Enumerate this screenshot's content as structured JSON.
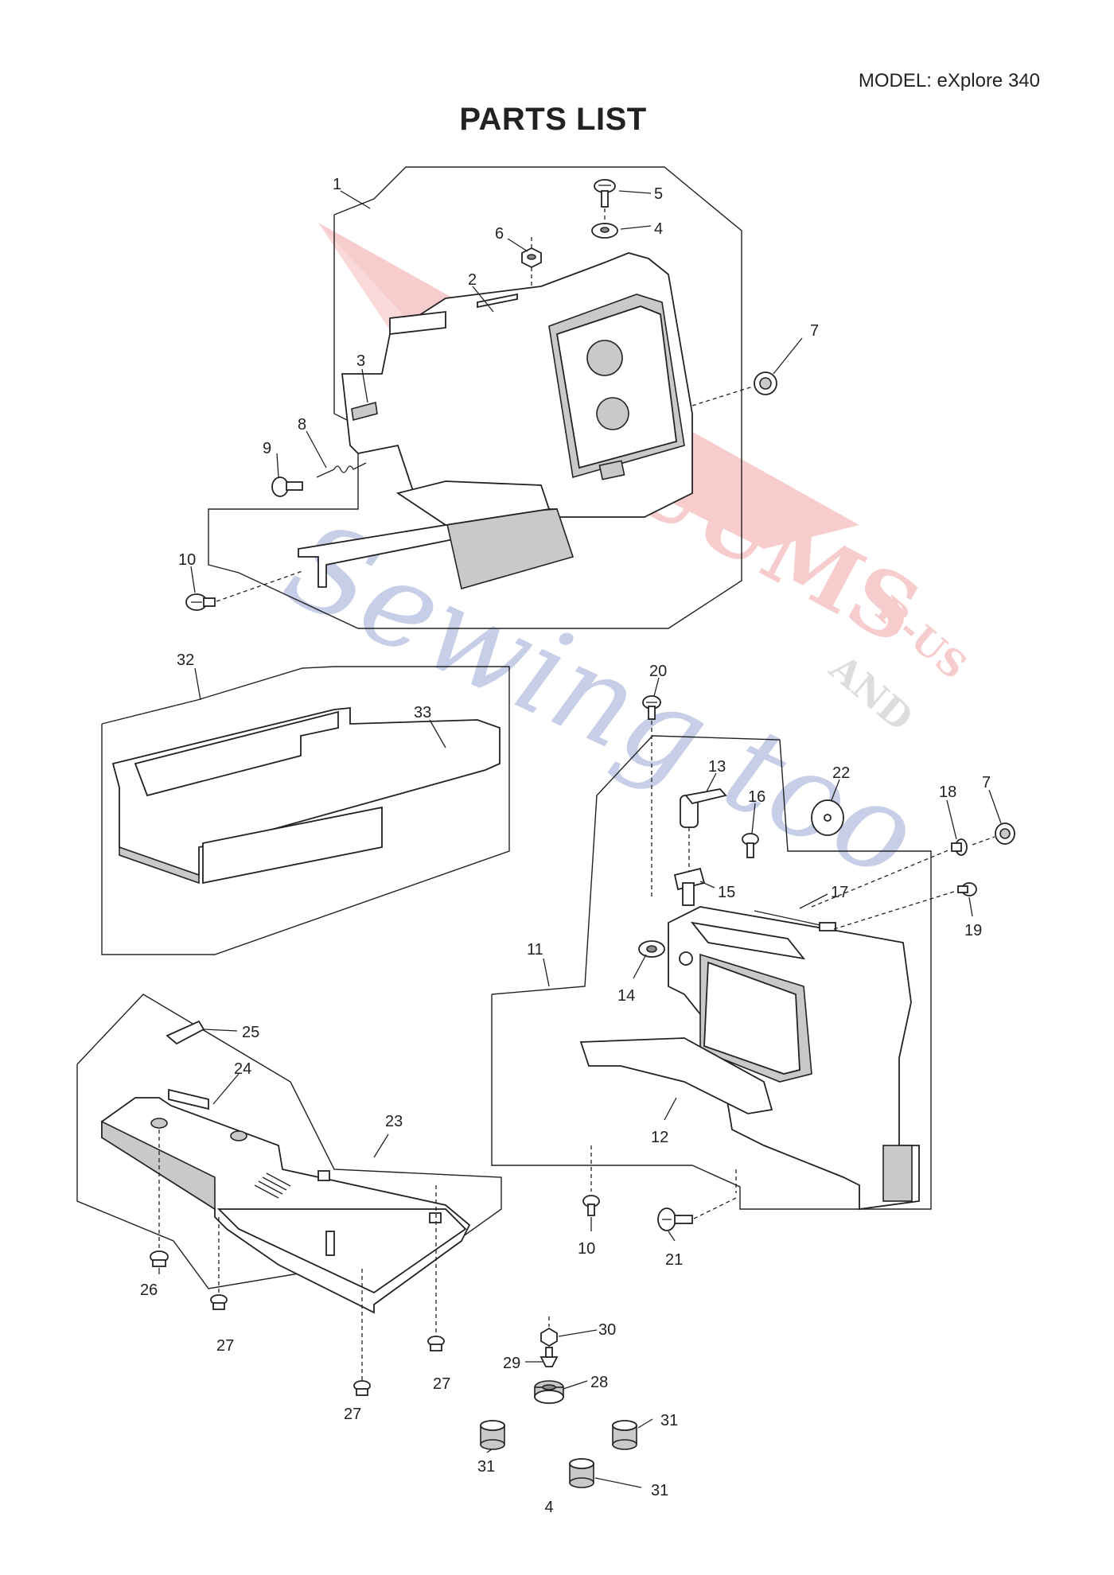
{
  "header": {
    "model": "MODEL: eXplore 340",
    "title": "PARTS LIST"
  },
  "footer": {
    "page_number": "4"
  },
  "watermark": {
    "line1": "VACUUMS",
    "line2": "R-US",
    "line3": "AND",
    "line4": "Sewing too"
  },
  "callouts": {
    "c1": "1",
    "c2": "2",
    "c3": "3",
    "c4": "4",
    "c5": "5",
    "c6": "6",
    "c7a": "7",
    "c7b": "7",
    "c8": "8",
    "c9": "9",
    "c10a": "10",
    "c10b": "10",
    "c11": "11",
    "c12": "12",
    "c13": "13",
    "c14": "14",
    "c15": "15",
    "c16": "16",
    "c17": "17",
    "c18": "18",
    "c19": "19",
    "c20": "20",
    "c21": "21",
    "c22": "22",
    "c23": "23",
    "c24": "24",
    "c25": "25",
    "c26": "26",
    "c27a": "27",
    "c27b": "27",
    "c27c": "27",
    "c28": "28",
    "c29": "29",
    "c30": "30",
    "c31a": "31",
    "c31b": "31",
    "c31c": "31",
    "c32": "32",
    "c33": "33"
  }
}
